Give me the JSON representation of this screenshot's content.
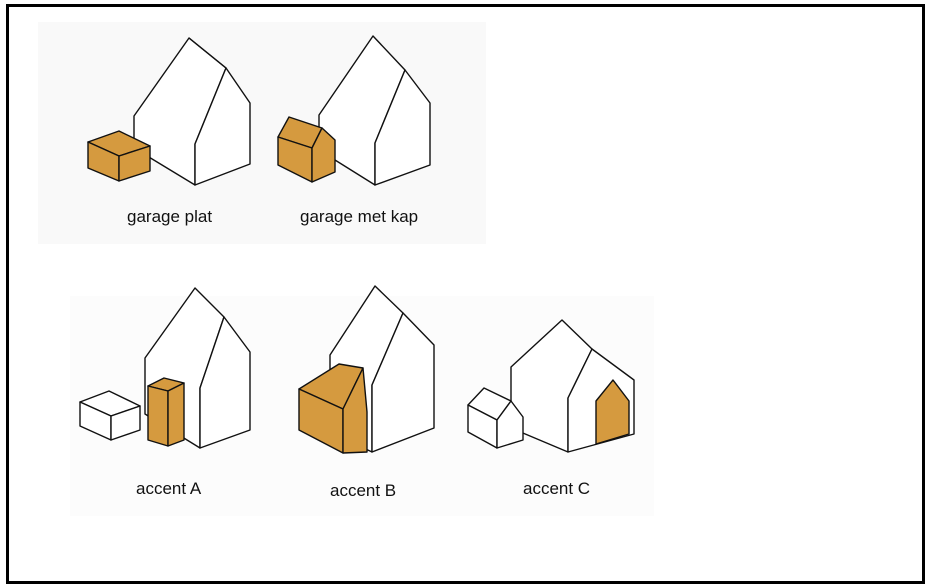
{
  "colors": {
    "accent": "#d59a3f",
    "outline": "#111111",
    "frame": "#000000"
  },
  "items": [
    {
      "label": "garage plat"
    },
    {
      "label": "garage met kap"
    },
    {
      "label": "accent A"
    },
    {
      "label": "accent B"
    },
    {
      "label": "accent C"
    }
  ]
}
